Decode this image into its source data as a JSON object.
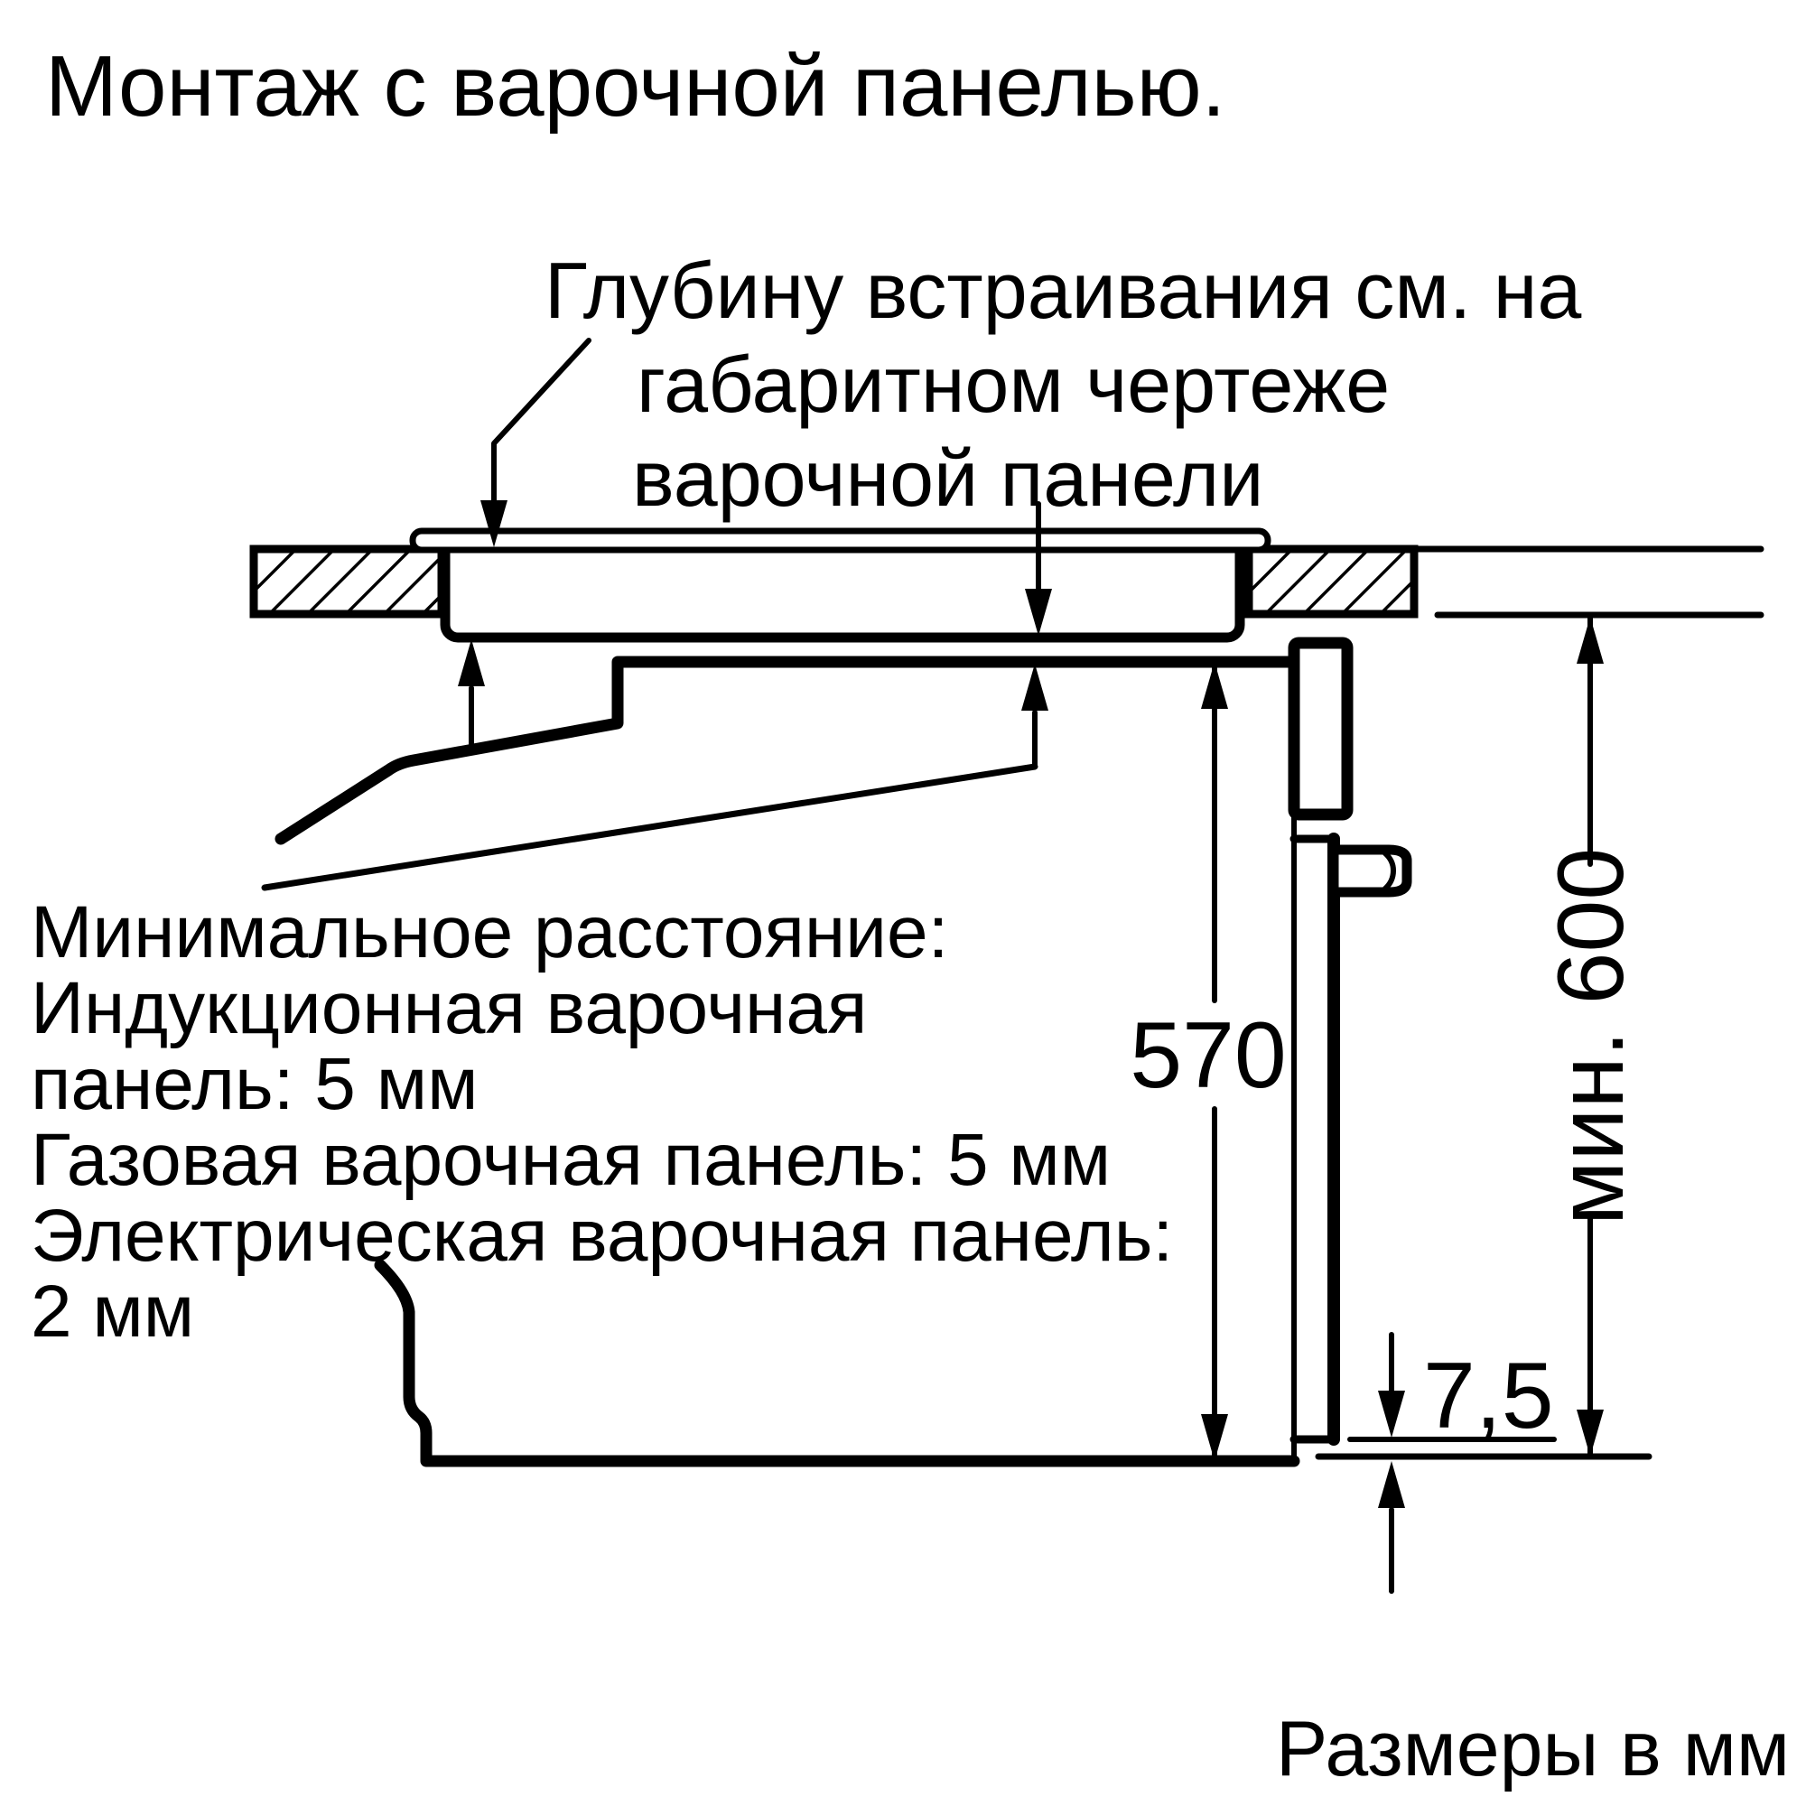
{
  "title": "Монтаж с варочной панелью.",
  "annotation": {
    "line1": "Глубину встраивания см. на",
    "line2": "габаритном чертеже",
    "line3": "варочной панели"
  },
  "notes": {
    "line1": "Минимальное расстояние:",
    "line2": "Индукционная варочная",
    "line3": "панель: 5 мм",
    "line4": "Газовая варочная панель: 5 мм",
    "line5": "Электрическая варочная панель:",
    "line6": "2 мм"
  },
  "dimensions": {
    "oven_height": "570",
    "min_niche_height": "мин. 600",
    "door_bottom_offset": "7,5"
  },
  "footer": "Размеры в мм",
  "colors": {
    "ink": "#000000",
    "background": "#ffffff"
  }
}
